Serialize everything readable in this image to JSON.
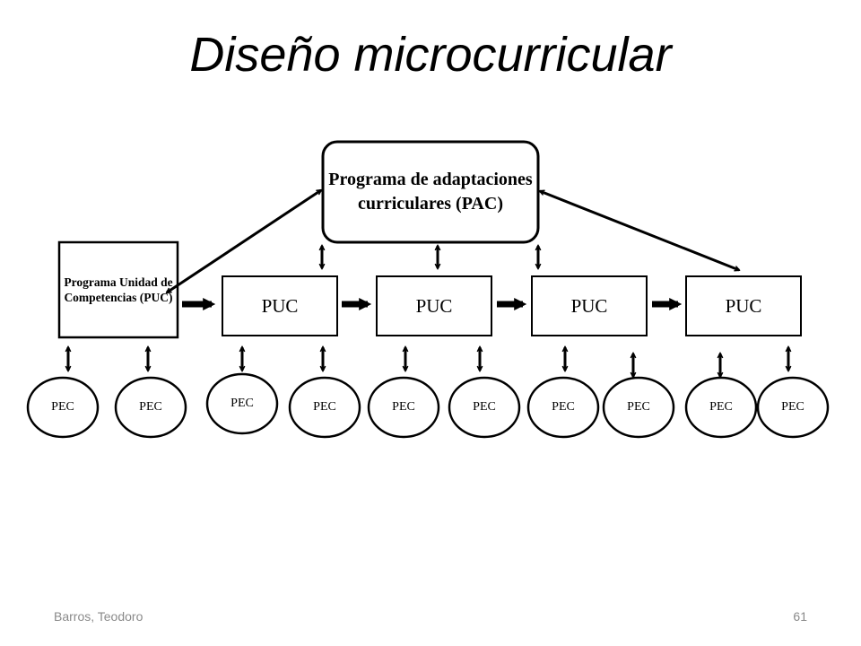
{
  "slide": {
    "title": "Diseño microcurricular",
    "author": "Barros, Teodoro",
    "page_number": "61"
  },
  "diagram": {
    "pac_box": {
      "label": "Programa de adaptaciones curriculares (PAC)"
    },
    "puc_main_box": {
      "label": "Programa Unidad de Competencias (PUC)"
    },
    "puc_boxes": [
      "PUC",
      "PUC",
      "PUC",
      "PUC"
    ],
    "pec_circles": [
      "PEC",
      "PEC",
      "PEC",
      "PEC",
      "PEC",
      "PEC",
      "PEC",
      "PEC",
      "PEC",
      "PEC"
    ],
    "line_color": "#000000"
  }
}
